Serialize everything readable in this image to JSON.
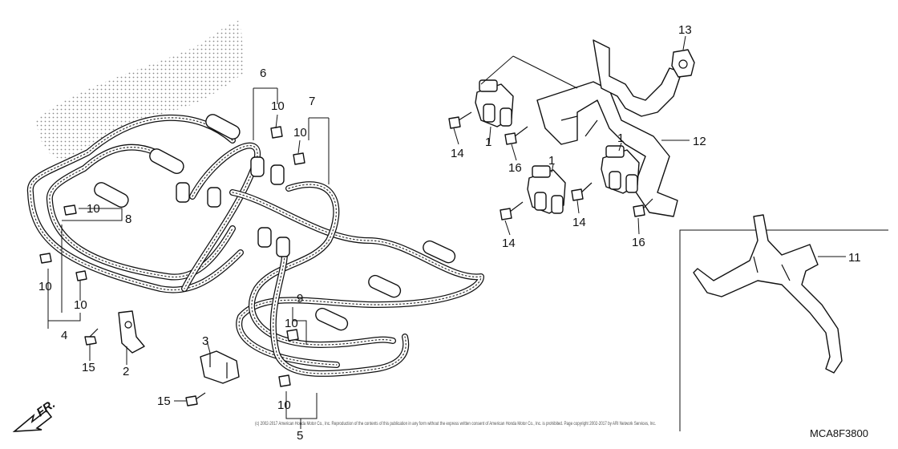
{
  "callouts": {
    "c1a": "1",
    "c1b": "1",
    "c1c": "1",
    "c2": "2",
    "c3": "3",
    "c4": "4",
    "c5": "5",
    "c6": "6",
    "c7": "7",
    "c8": "8",
    "c9": "9",
    "c10a": "10",
    "c10b": "10",
    "c10c": "10",
    "c10d": "10",
    "c10e": "10",
    "c10f": "10",
    "c10g": "10",
    "c11": "11",
    "c12": "12",
    "c13": "13",
    "c14a": "14",
    "c14b": "14",
    "c14c": "14",
    "c15a": "15",
    "c15b": "15",
    "c16a": "16",
    "c16b": "16"
  },
  "front_marker": "FR.",
  "copyright": "(c) 2002-2017 American Honda Motor Co., Inc. Reproduction of the contents of this publication in any form without the express written consent of American Honda Motor Co., Inc. is prohibited. Page copyright 2002-2017 by ARI Network Services, Inc.",
  "diagram_code": "MCA8F3800",
  "icons": {
    "front_arrow": "front-arrow-icon"
  },
  "colors": {
    "ink": "#111111",
    "background": "#ffffff"
  }
}
